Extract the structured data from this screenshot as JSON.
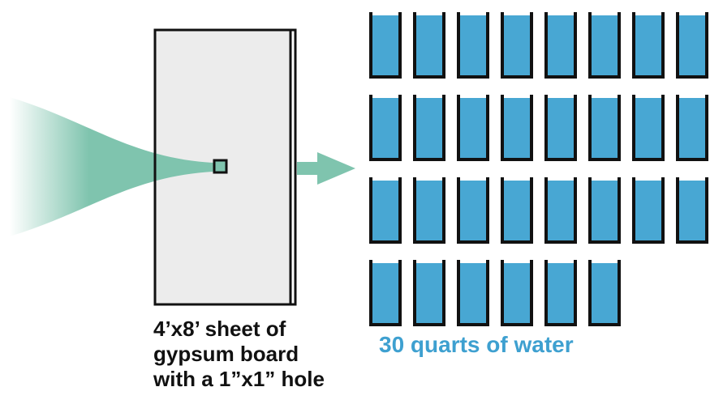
{
  "board": {
    "caption_lines": [
      "4’x8’ sheet of",
      "gypsum board",
      "with a 1”x1” hole"
    ]
  },
  "water": {
    "caption": "30 quarts of water",
    "total_quarts": 30,
    "cup_rows": [
      8,
      8,
      8,
      6
    ]
  },
  "colors": {
    "teal": "#7fc4ae",
    "gradient_start": "#ffffff",
    "water_blue": "#48a7d3",
    "caption_blue": "#3ea0d0",
    "board_fill": "#ececec",
    "outline": "#111111",
    "white": "#ffffff"
  }
}
